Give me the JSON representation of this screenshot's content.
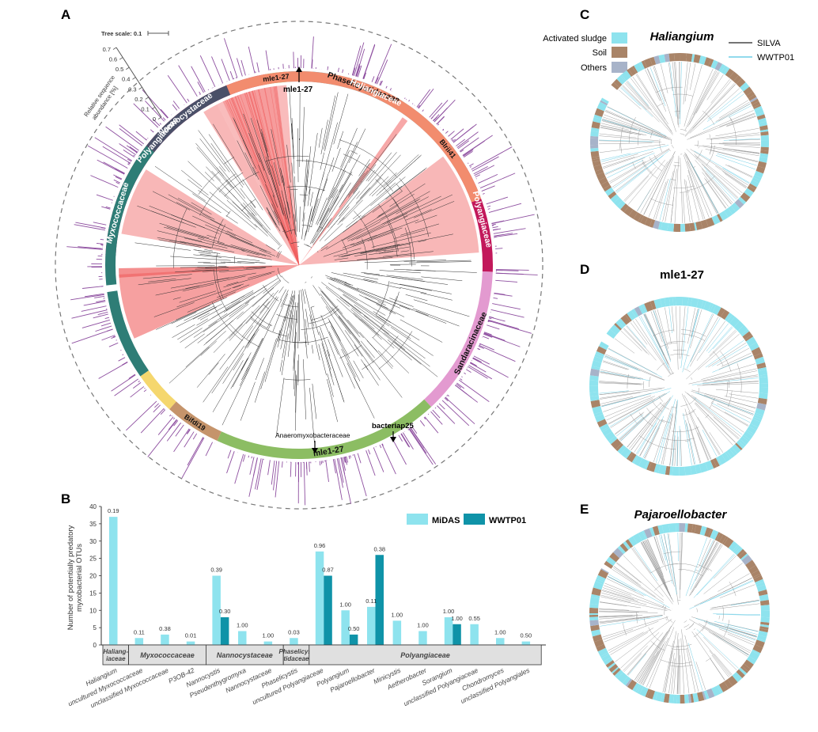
{
  "panels": {
    "A": "A",
    "B": "B",
    "C": "C",
    "D": "D",
    "E": "E"
  },
  "panelA": {
    "tree_scale": "Tree scale: 0.1",
    "axis_title_1": "Relative sequence",
    "axis_title_2": "abundance [%]",
    "axis_ticks": [
      "0",
      "0.1",
      "0.2",
      "0.3",
      "0.4",
      "0.5",
      "0.6",
      "0.7"
    ],
    "families": [
      {
        "label": "Polyangiaceae",
        "color": "#c2185b",
        "start": 273,
        "end": 350
      },
      {
        "label": "mle1-27",
        "color": "#8bc34a",
        "start": 350,
        "end": 356
      },
      {
        "label": "Phaselicystidaceae",
        "color": "#4fc3d9",
        "start": 356,
        "end": 404
      },
      {
        "label": "Blrii41",
        "color": "#8fb8d8",
        "start": 404,
        "end": 420
      },
      {
        "label": "Polyangiaceae",
        "color": "#c2185b",
        "start": 420,
        "end": 452
      },
      {
        "label": "Sandaracinaceae",
        "color": "#e39ad0",
        "start": 452,
        "end": 497
      },
      {
        "label": "mle1-27",
        "color": "#8cbd63",
        "start": 497,
        "end": 565
      },
      {
        "label": "Bifdi19",
        "color": "#c5946b",
        "start": 565,
        "end": 582
      },
      {
        "label": "",
        "color": "#f5d76e",
        "start": 582,
        "end": 595
      },
      {
        "label": "",
        "color": "#2e7d76",
        "start": 595,
        "end": 622
      },
      {
        "label": "Myxococcaceae",
        "color": "#2e7d76",
        "start": 624,
        "end": 668
      },
      {
        "label": "Nannocystaceae",
        "color": "#4a5068",
        "start": 668,
        "end": 698
      },
      {
        "label": "Haliangiaceae",
        "color": "#f28c6e",
        "start": 698,
        "end": 790
      }
    ],
    "annotations": {
      "mle": "mle1-27",
      "anaero": "Anaeromyxobacteraceae",
      "bacteriap": "bacteriap25"
    }
  },
  "panelB": {
    "y_label_1": "Number of potentially predatory",
    "y_label_2": "myxobacterial OTUs",
    "legend": [
      {
        "name": "MiDAS",
        "color": "#8ee3ee"
      },
      {
        "name": "WWTP01",
        "color": "#0f93a8"
      }
    ],
    "families": [
      {
        "label": "Haliang-\niaceae",
        "span": [
          0,
          1
        ]
      },
      {
        "label": "Myxococcaceae",
        "span": [
          1,
          4
        ]
      },
      {
        "label": "Nannocystaceae",
        "span": [
          4,
          7
        ]
      },
      {
        "label": "Phaselicys-\ntidaceae",
        "span": [
          7,
          8
        ]
      },
      {
        "label": "Polyangiaceae",
        "span": [
          8,
          17
        ]
      }
    ]
  },
  "chart_data": {
    "type": "bar",
    "categories": [
      "Haliangium",
      "uncultured Myxococcaceae",
      "unclassified Myxococcaceae",
      "P3OB-42",
      "Nannocystis",
      "Pseudenthygromyxa",
      "Nannocystaceae",
      "Phaselicystis",
      "uncultured Polyangiaceae",
      "Polyangium",
      "Pajaroellobacter",
      "Minicystis",
      "Aetherobacter",
      "Sorangium",
      "unclassified Polyangiaceae",
      "Chondromyces",
      "unclassified Polyangiales"
    ],
    "series": [
      {
        "name": "MiDAS",
        "values": [
          37,
          2,
          3,
          1,
          20,
          4,
          1,
          2,
          27,
          10,
          11,
          7,
          4,
          8,
          6,
          2,
          1
        ]
      },
      {
        "name": "WWTP01",
        "values": [
          0,
          0,
          0,
          0,
          8,
          0,
          0,
          0,
          20,
          3,
          26,
          0,
          0,
          6,
          0,
          0,
          0
        ]
      }
    ],
    "bar_labels": [
      [
        "0.19",
        "",
        "0.11",
        "",
        "0.38",
        "",
        "0.01",
        "",
        "0.39",
        "0.30",
        "1.00",
        "",
        "1.00",
        "",
        "0.03",
        "",
        "0.96",
        "0.87",
        "1.00",
        "0.50",
        "0.11",
        "0.38",
        "1.00",
        "",
        "1.00",
        "",
        "1.00",
        "1.00",
        "0.55",
        "",
        "1.00",
        "",
        "0.50",
        ""
      ]
    ],
    "ylabel": "Number of potentially predatory myxobacterial OTUs",
    "ylim": [
      0,
      40
    ],
    "yticks": [
      "0",
      "5",
      "10",
      "15",
      "20",
      "25",
      "30",
      "35",
      "40"
    ],
    "legend_position": "top-right"
  },
  "panelC": {
    "title": "Haliangium",
    "legend": [
      {
        "name": "Activated sludge",
        "color": "#8ee3ee"
      },
      {
        "name": "Soil",
        "color": "#a98468"
      },
      {
        "name": "Others",
        "color": "#a7b3c9"
      }
    ],
    "lines": [
      {
        "name": "SILVA",
        "color": "#222222"
      },
      {
        "name": "WWTP01",
        "color": "#4fc3e0"
      }
    ]
  },
  "panelD": {
    "title": "mle1-27"
  },
  "panelE": {
    "title": "Pajaroellobacter"
  }
}
